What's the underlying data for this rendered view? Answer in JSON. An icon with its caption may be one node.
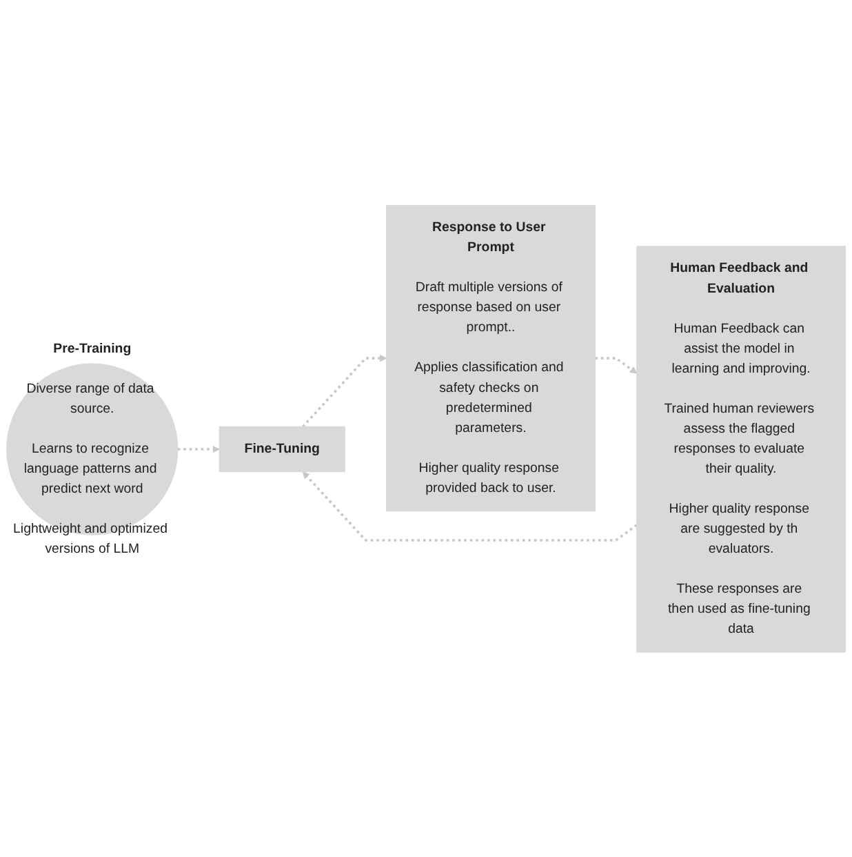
{
  "diagram": {
    "nodes": [
      {
        "text": [
          "Pre-Training",
          "Diverse range of data source.",
          "Learns to recognize language patterns and predict next word",
          "Lightweight and optimized versions of LLM"
        ]
      },
      {
        "text": [
          "Fine-Tuning"
        ]
      },
      {
        "text": [
          "Response to User Prompt",
          "Draft multiple versions of response based on user prompt..",
          "Applies classification and safety checks on predetermined parameters.",
          "Higher quality response provided back to user."
        ]
      },
      {
        "text": [
          "Human Feedback and Evaluation",
          "Human Feedback can assist the model in learning and improving.",
          "Trained human reviewers assess the flagged responses to evaluate their quality.",
          "Higher quality response are suggested by th evaluators.",
          "These responses are then used as fine-tuning data"
        ]
      }
    ],
    "edges": [
      {
        "from": 0,
        "to": 1,
        "arrow": "to",
        "style": "dashed"
      },
      {
        "from": 1,
        "to": 2,
        "arrow": "to",
        "style": "dashed"
      },
      {
        "from": 2,
        "to": 3,
        "arrow": "to",
        "style": "dashed"
      },
      {
        "from": 3,
        "to": 1,
        "arrow": "to",
        "style": "dashed"
      }
    ]
  }
}
